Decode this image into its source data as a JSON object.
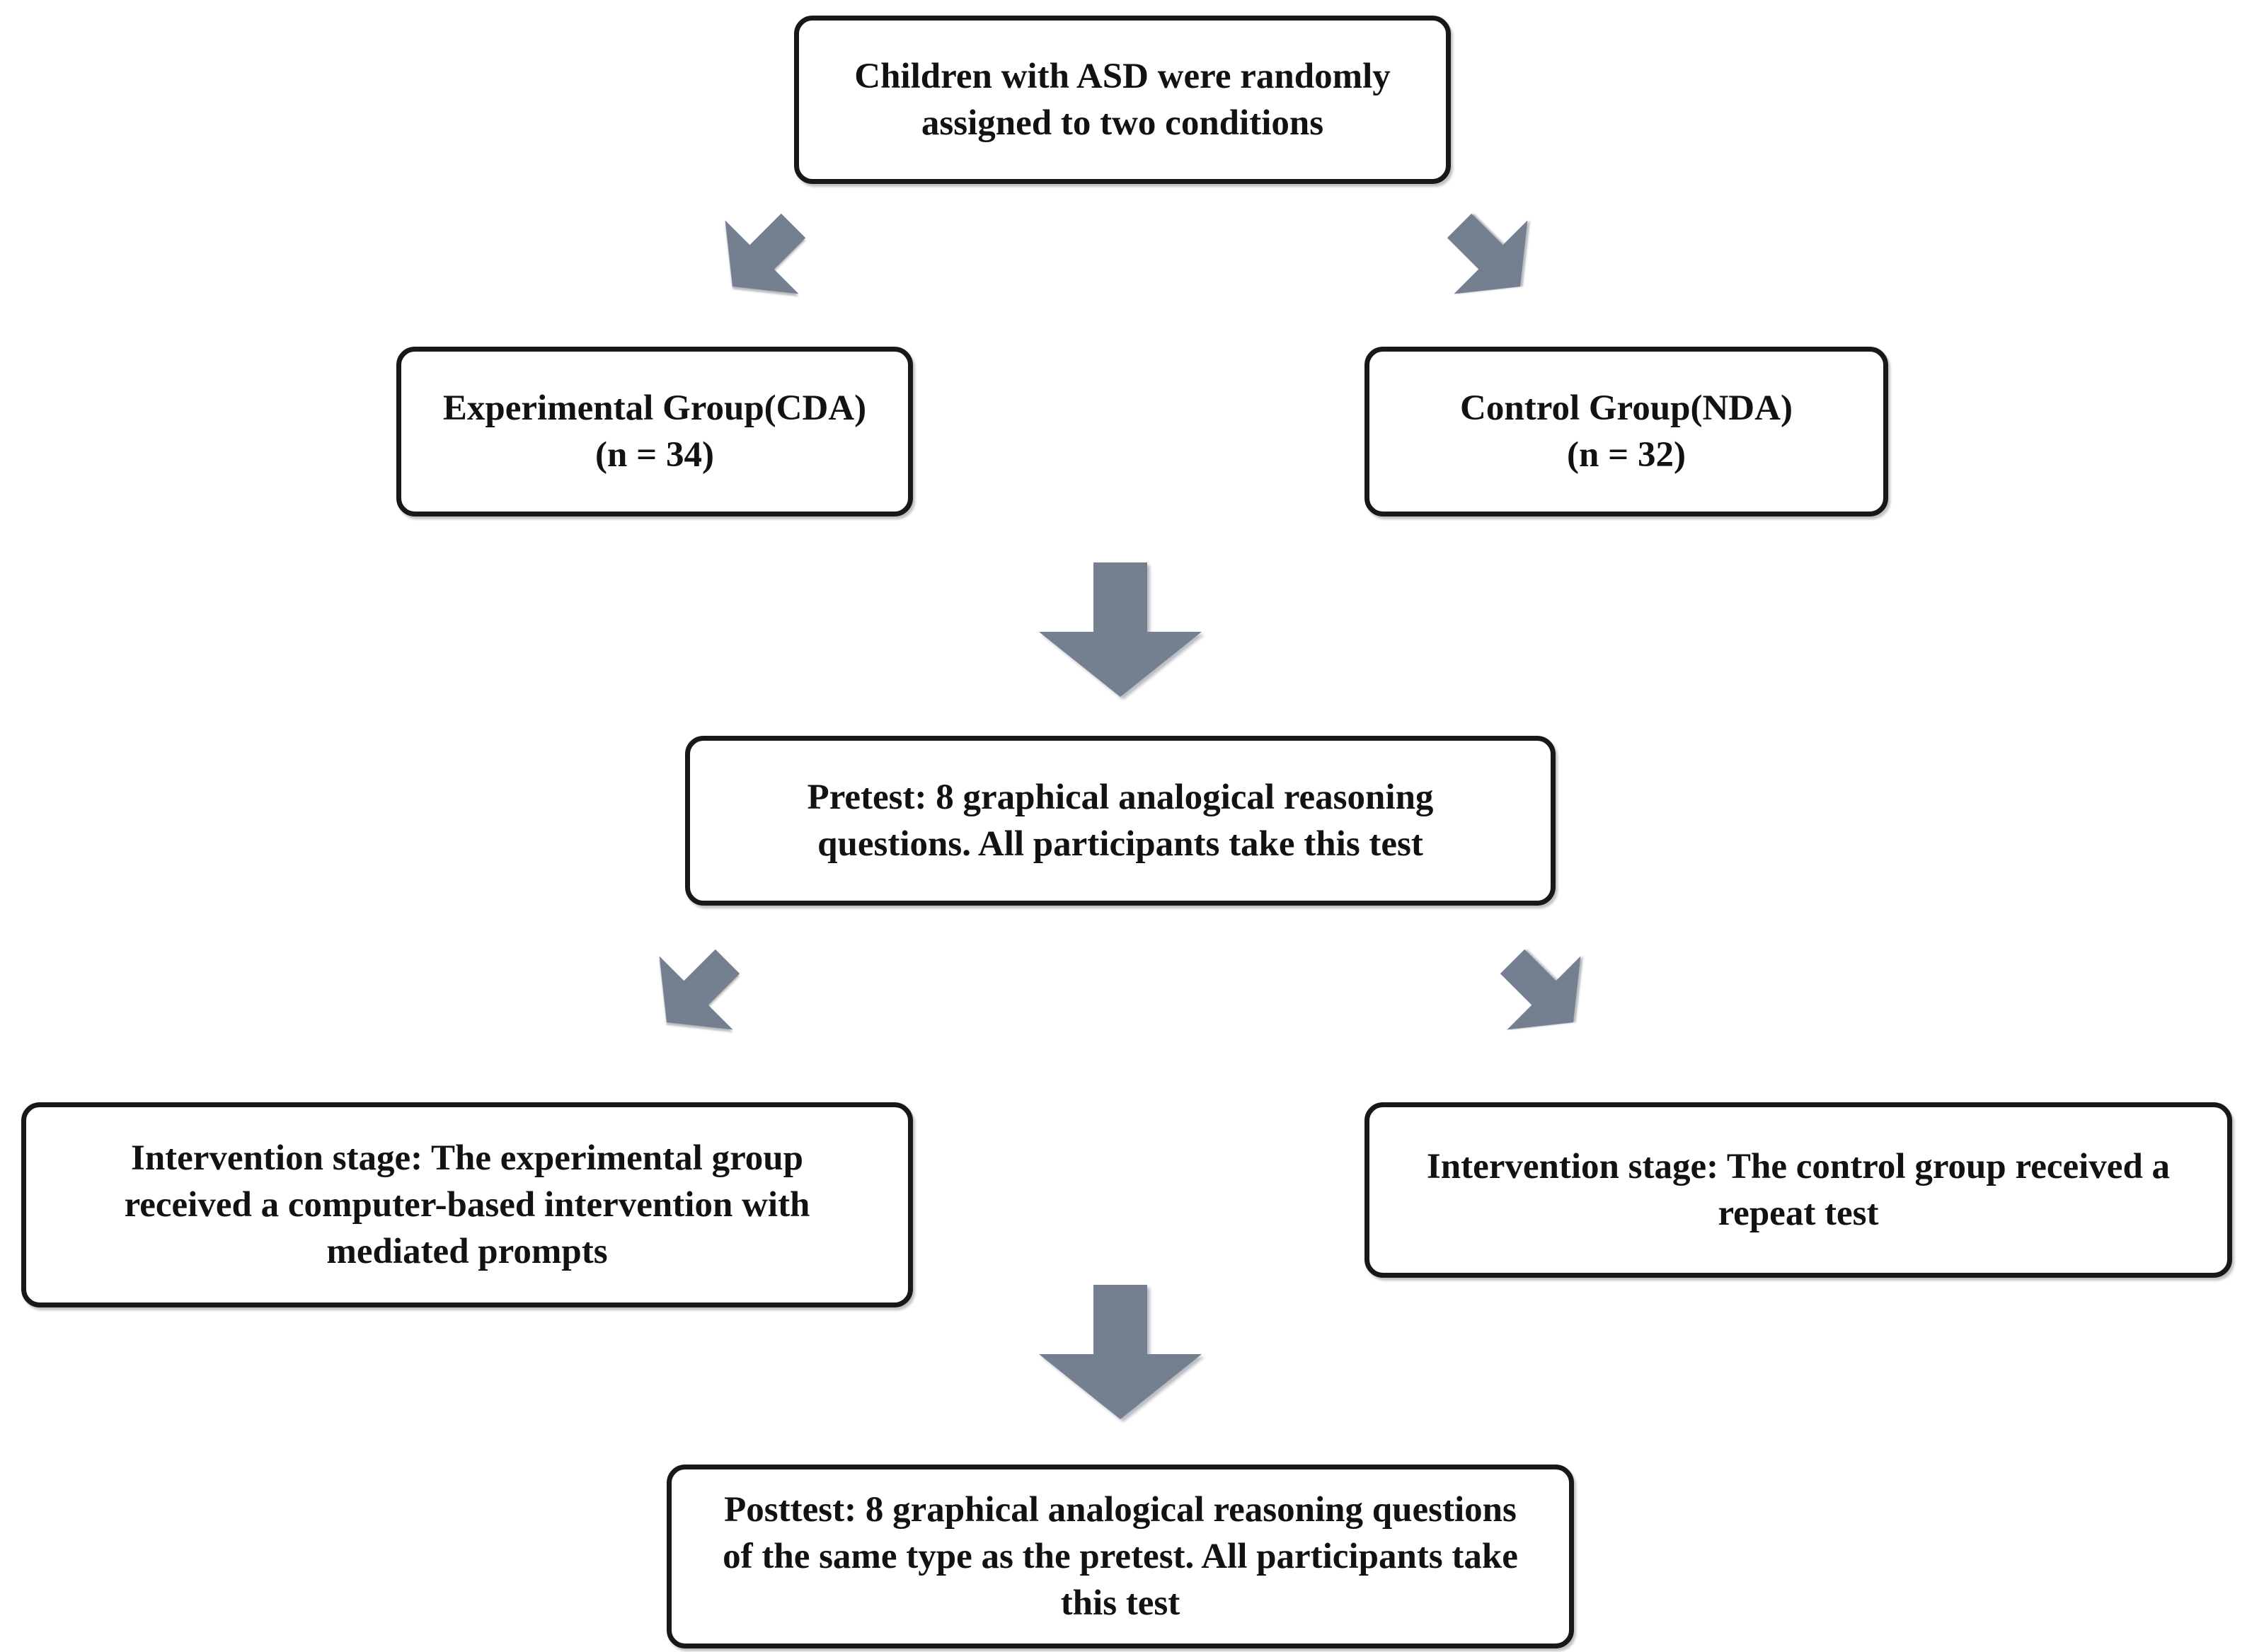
{
  "figure": {
    "colors": {
      "arrow": "#74808F",
      "box_border": "#181818",
      "box_fill": "#ffffff",
      "text": "#121212"
    },
    "boxes": [
      {
        "id": "assignment",
        "lines": [
          "Children with ASD were randomly",
          "assigned to two conditions"
        ]
      },
      {
        "id": "experimental-group",
        "lines": [
          "Experimental Group(CDA)",
          "(n = 34)"
        ]
      },
      {
        "id": "control-group",
        "lines": [
          "Control Group(NDA)",
          "(n = 32)"
        ]
      },
      {
        "id": "pretest",
        "lines": [
          "Pretest: 8 graphical analogical reasoning",
          "questions. All participants take this test"
        ]
      },
      {
        "id": "intervention-experimental",
        "lines": [
          "Intervention stage: The experimental group",
          "received a computer-based intervention with",
          "mediated prompts"
        ]
      },
      {
        "id": "intervention-control",
        "lines": [
          "Intervention stage: The control group received a",
          "repeat test"
        ]
      },
      {
        "id": "posttest",
        "lines": [
          "Posttest: 8 graphical analogical reasoning questions",
          "of the same type as the pretest. All participants take",
          "this test"
        ]
      }
    ],
    "arrows": [
      {
        "id": "top-to-experimental",
        "direction": "down-left"
      },
      {
        "id": "top-to-control",
        "direction": "down-right"
      },
      {
        "id": "groups-to-pretest",
        "direction": "down"
      },
      {
        "id": "pretest-to-experimental",
        "direction": "down-left"
      },
      {
        "id": "pretest-to-control",
        "direction": "down-right"
      },
      {
        "id": "interventions-to-posttest",
        "direction": "down"
      }
    ]
  }
}
